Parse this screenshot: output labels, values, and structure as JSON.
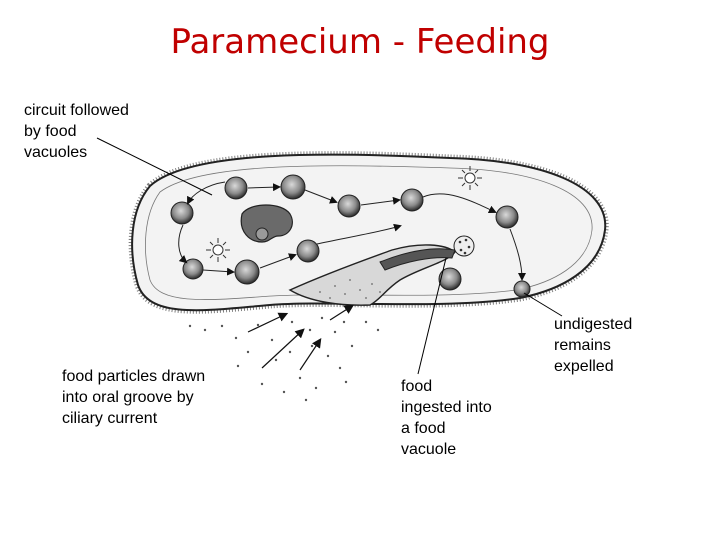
{
  "title": "Paramecium - Feeding",
  "labels": {
    "circuit": "circuit followed\nby food\nvacuoles",
    "particles": "food particles drawn\ninto oral groove by\nciliary current",
    "ingested": "food\ningested into\na food\nvacuole",
    "expelled": "undigested\nremains\nexpelled"
  },
  "colors": {
    "title": "#c00000",
    "ink": "#000000"
  }
}
